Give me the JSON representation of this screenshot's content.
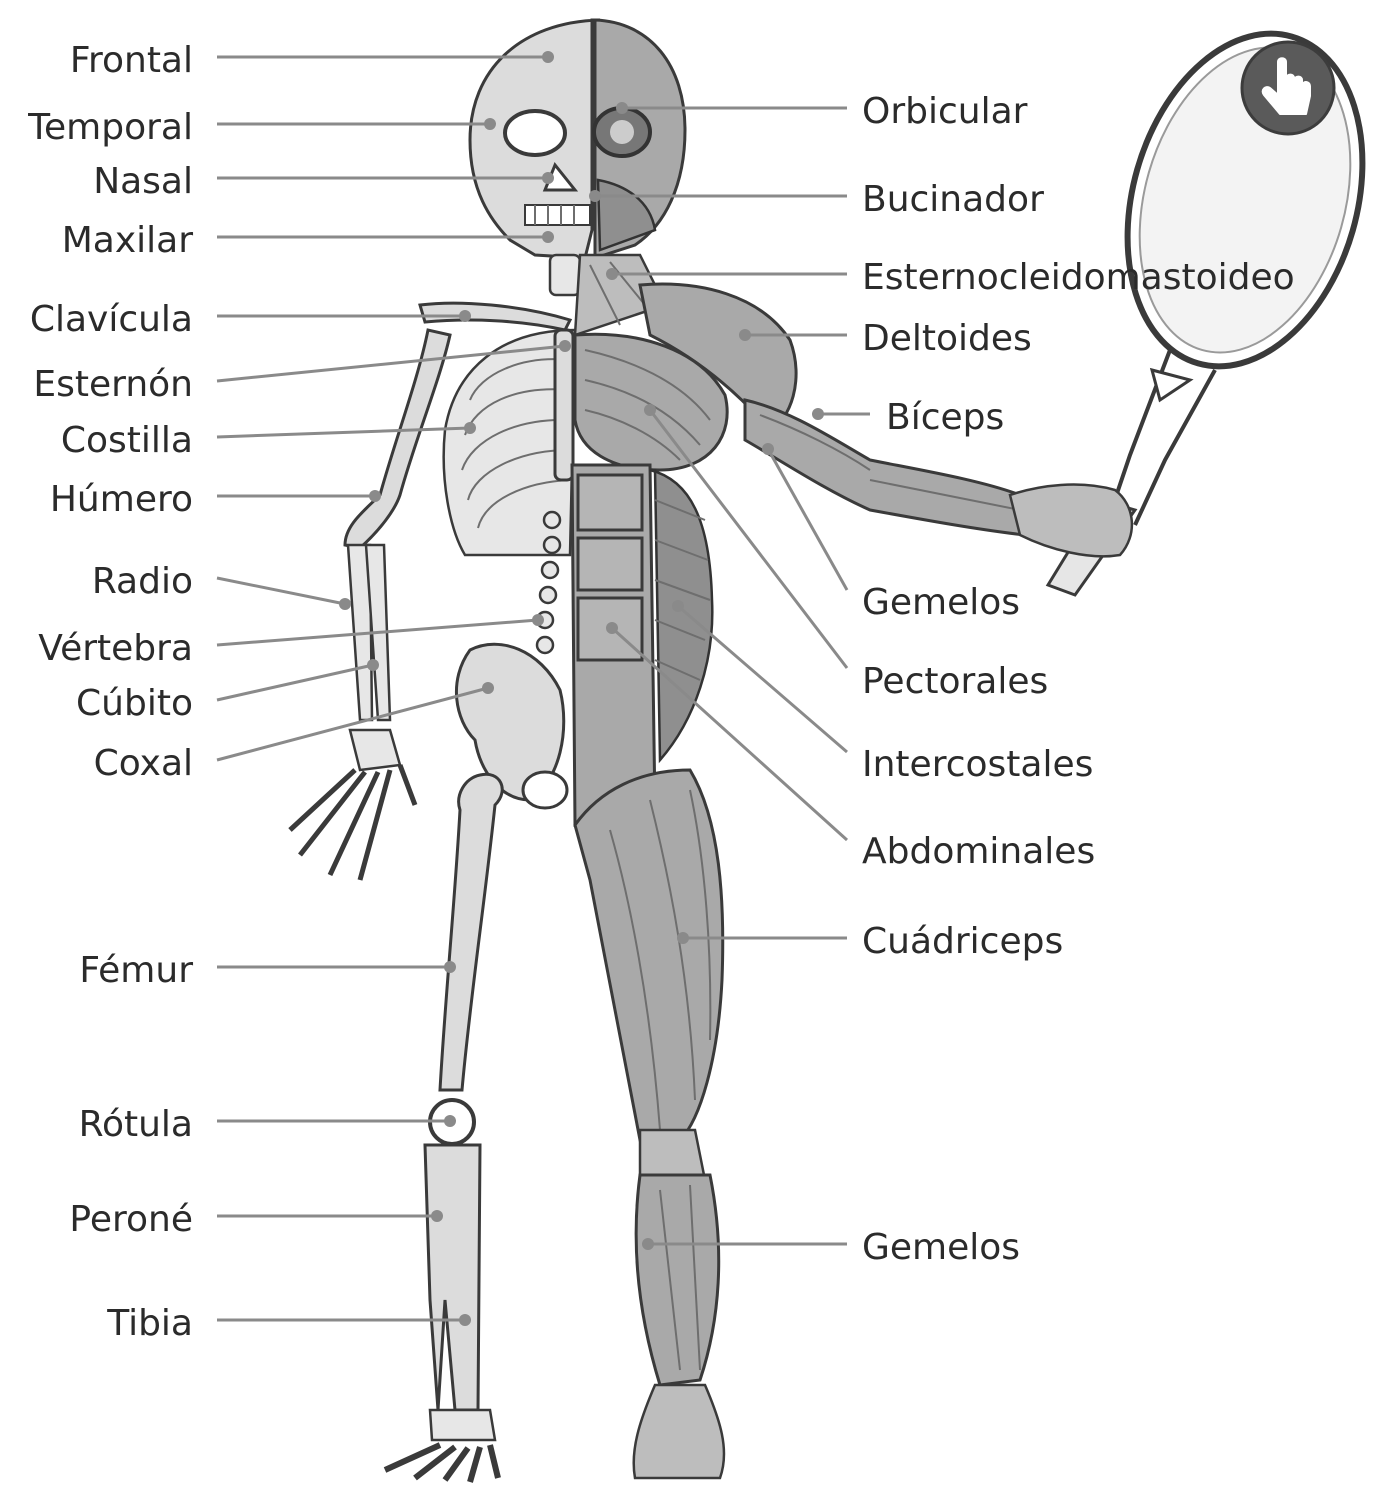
{
  "labels_left": [
    {
      "text": "Frontal"
    },
    {
      "text": "Temporal"
    },
    {
      "text": "Nasal"
    },
    {
      "text": "Maxilar"
    },
    {
      "text": "Clavícula"
    },
    {
      "text": "Esternón"
    },
    {
      "text": "Costilla"
    },
    {
      "text": "Húmero"
    },
    {
      "text": "Radio"
    },
    {
      "text": "Vértebra"
    },
    {
      "text": "Cúbito"
    },
    {
      "text": "Coxal"
    },
    {
      "text": "Fémur"
    },
    {
      "text": "Rótula"
    },
    {
      "text": "Peroné"
    },
    {
      "text": "Tibia"
    }
  ],
  "labels_right": [
    {
      "text": "Orbicular"
    },
    {
      "text": "Bucinador"
    },
    {
      "text": "Esternocleidomastoideo"
    },
    {
      "text": "Deltoides"
    },
    {
      "text": "Bíceps"
    },
    {
      "text": "Gemelos"
    },
    {
      "text": "Pectorales"
    },
    {
      "text": "Intercostales"
    },
    {
      "text": "Abdominales"
    },
    {
      "text": "Cuádriceps"
    },
    {
      "text": "Gemelos"
    }
  ],
  "icons": {
    "hand_pointer": "hand-pointer-icon"
  },
  "colors": {
    "line": "#8a8a8a",
    "text": "#2b2b2b",
    "badge": "#5a5a5a"
  }
}
